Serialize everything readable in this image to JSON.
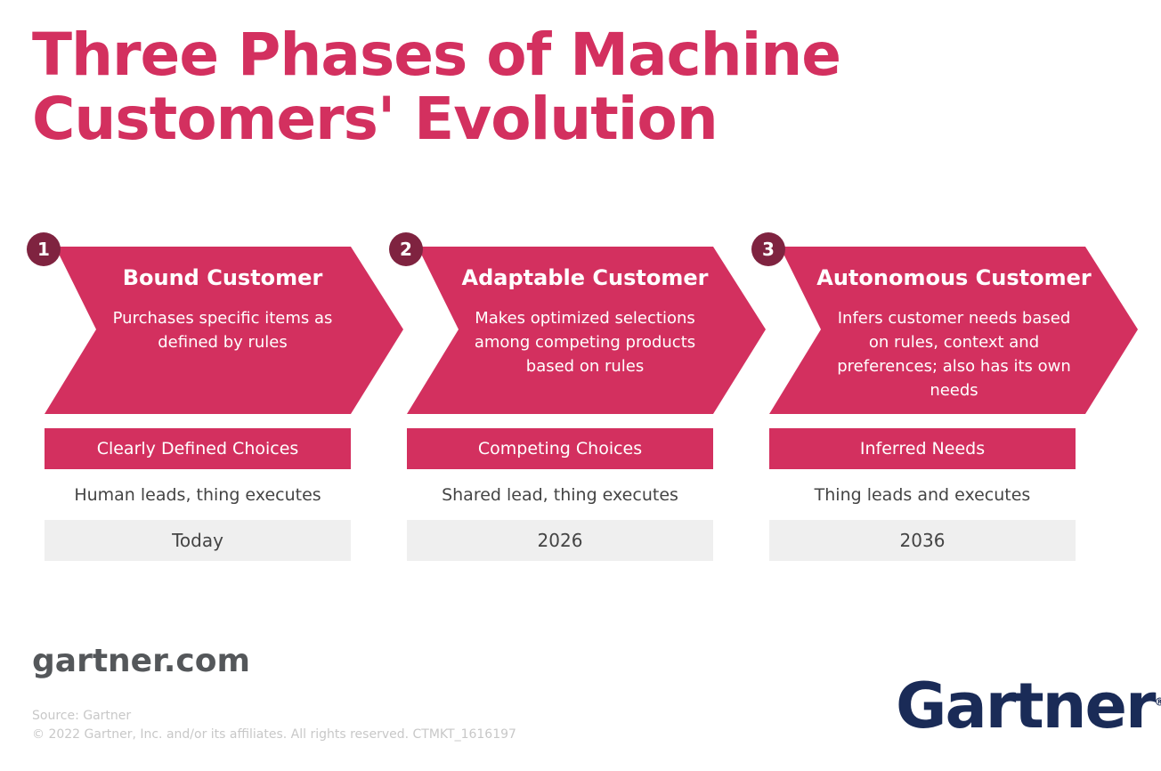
{
  "title_lines": [
    "Three Phases of Machine",
    "Customers' Evolution"
  ],
  "phases": [
    {
      "number": "1",
      "title": "Bound Customer",
      "description": "Purchases specific items as defined by rules",
      "choice": "Clearly Defined Choices",
      "lead": "Human leads, thing executes",
      "timeframe": "Today"
    },
    {
      "number": "2",
      "title": "Adaptable Customer",
      "description": "Makes optimized selections among competing products based on rules",
      "choice": "Competing Choices",
      "lead": "Shared lead, thing executes",
      "timeframe": "2026"
    },
    {
      "number": "3",
      "title": "Autonomous Customer",
      "description": "Infers customer needs based on rules, context and preferences; also has its own needs",
      "choice": "Inferred Needs",
      "lead": "Thing leads and executes",
      "timeframe": "2036"
    }
  ],
  "footer": {
    "site": "gartner.com",
    "source": "Source: Gartner",
    "copyright": "© 2022 Gartner, Inc. and/or its affiliates. All rights reserved. CTMKT_1616197",
    "logo": "Gartner",
    "registered": "®"
  },
  "colors": {
    "accent": "#d3305f",
    "number_badge": "#7f2340",
    "logo": "#1a2b57",
    "gray_box": "#efefef"
  }
}
